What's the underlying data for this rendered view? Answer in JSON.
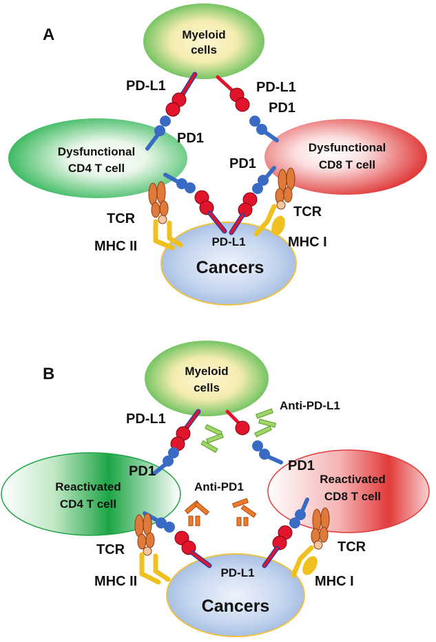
{
  "colors": {
    "pd1": "#3a6bc4",
    "pdl1": "#e0142b",
    "pdl1_stalk": "#2c3ea8",
    "mhc": "#f0c020",
    "tcr": "#e07a3a",
    "anti_pdl1": "#7fbf4a",
    "anti_pd1": "#ee7a2a",
    "myeloid_outer": "#7cc86a",
    "myeloid_inner": "#fff4c8",
    "cd4": "#33b05a",
    "cd8": "#e23a3a",
    "cancer": "#aac3e6",
    "cancer_border": "#f0c040"
  },
  "panel_a": {
    "label": "A",
    "myeloid": [
      "Myeloid",
      "cells"
    ],
    "cd4": [
      "Dysfunctional",
      "CD4 T cell"
    ],
    "cd8": [
      "Dysfunctional",
      "CD8 T cell"
    ],
    "cancer": "Cancers",
    "pdl1_left": "PD-L1",
    "pdl1_right": "PD-L1",
    "pd1_upper_right": "PD1",
    "pd1_cd4": "PD1",
    "pd1_cd8": "PD1",
    "tcr_left": "TCR",
    "tcr_right": "TCR",
    "mhc2": "MHC II",
    "mhc1": "MHC I",
    "pdl1_cancer": "PD-L1"
  },
  "panel_b": {
    "label": "B",
    "myeloid": [
      "Myeloid",
      "cells"
    ],
    "cd4": [
      "Reactivated",
      "CD4 T cell"
    ],
    "cd8": [
      "Reactivated",
      "CD8 T cell"
    ],
    "cancer": "Cancers",
    "pdl1_left": "PD-L1",
    "pd1_left": "PD1",
    "pd1_right": "PD1",
    "anti_pdl1": "Anti-PD-L1",
    "anti_pd1": "Anti-PD1",
    "tcr_left": "TCR",
    "tcr_right": "TCR",
    "mhc2": "MHC II",
    "mhc1": "MHC I",
    "pdl1_cancer": "PD-L1"
  }
}
